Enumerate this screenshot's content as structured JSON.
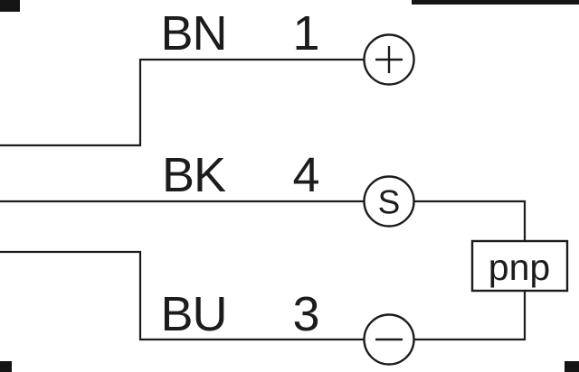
{
  "diagram": {
    "wires": [
      {
        "label": "BN",
        "pin": "1",
        "terminal": "plus"
      },
      {
        "label": "BK",
        "pin": "4",
        "terminal": "signal",
        "symbol": "S"
      },
      {
        "label": "BU",
        "pin": "3",
        "terminal": "minus"
      }
    ],
    "output_box_label": "pnp",
    "line_color": "#1c1c1c"
  }
}
